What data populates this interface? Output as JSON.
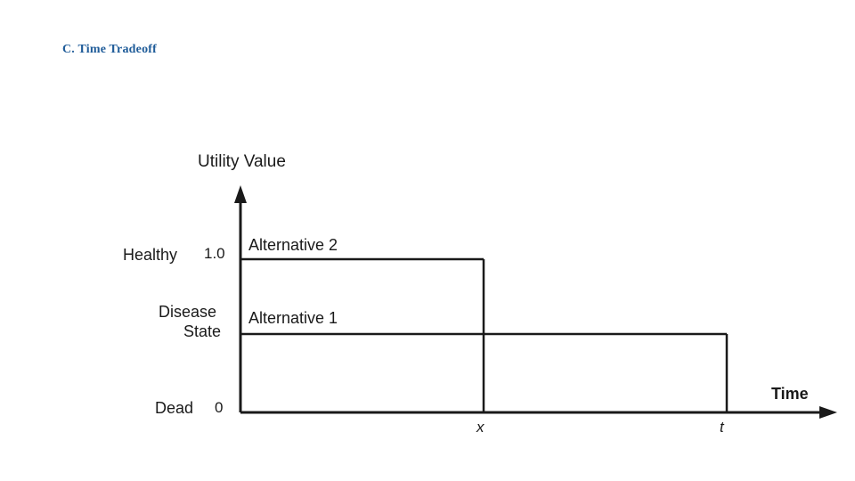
{
  "slide": {
    "title": "C. Time Tradeoff",
    "title_color": "#1F5C99"
  },
  "chart_data": {
    "type": "line",
    "title": "",
    "xlabel": "Time",
    "ylabel": "Utility Value",
    "xlim": [
      0,
      1
    ],
    "ylim": [
      0,
      1.15
    ],
    "grid": false,
    "legend": "inline-annotations",
    "y_ticks": [
      {
        "value": 1.0,
        "label": "1.0",
        "category": "Healthy"
      },
      {
        "value": 0.62,
        "label": "",
        "category": "Disease State"
      },
      {
        "value": 0.0,
        "label": "0",
        "category": "Dead"
      }
    ],
    "x_ticks": [
      {
        "value": 0.52,
        "label": "x"
      },
      {
        "value": 0.88,
        "label": "t"
      }
    ],
    "series": [
      {
        "name": "Alternative 2",
        "label": "Alternative 2",
        "utility": 1.0,
        "duration_end": "x",
        "points": [
          [
            0.0,
            1.0
          ],
          [
            0.52,
            1.0
          ],
          [
            0.52,
            0.0
          ]
        ]
      },
      {
        "name": "Alternative 1",
        "label": "Alternative 1",
        "utility": 0.62,
        "duration_end": "t",
        "points": [
          [
            0.0,
            0.62
          ],
          [
            0.88,
            0.62
          ],
          [
            0.88,
            0.0
          ]
        ]
      }
    ],
    "annotations": [
      {
        "text": "Healthy",
        "kind": "y-axis-category"
      },
      {
        "text": "Disease",
        "kind": "y-axis-category"
      },
      {
        "text": "State",
        "kind": "y-axis-category"
      },
      {
        "text": "Dead",
        "kind": "y-axis-category"
      },
      {
        "text": "Alternative 2",
        "kind": "series-label"
      },
      {
        "text": "Alternative 1",
        "kind": "series-label"
      }
    ]
  },
  "labels": {
    "y_axis_title": "Utility Value",
    "x_axis_title": "Time",
    "healthy": "Healthy",
    "one": "1.0",
    "disease_line1": "Disease",
    "disease_line2": "State",
    "dead": "Dead",
    "zero": "0",
    "alternative_2": "Alternative 2",
    "alternative_1": "Alternative 1",
    "tick_x": "x",
    "tick_t": "t"
  },
  "colors": {
    "axis": "#1a1a1a",
    "plot_line": "#1a1a1a",
    "text": "#1a1a1a",
    "background": "#ffffff"
  }
}
